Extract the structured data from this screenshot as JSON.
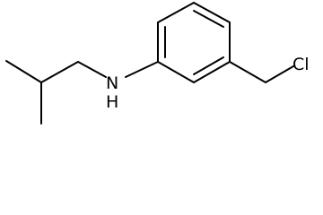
{
  "molecule": {
    "atoms": {
      "amine_label": "N",
      "amine_hydrogen_label": "H",
      "chlorine_label": "Cl"
    },
    "colors": {
      "bond": "#000000",
      "label": "#000000",
      "background": "#ffffff"
    }
  }
}
